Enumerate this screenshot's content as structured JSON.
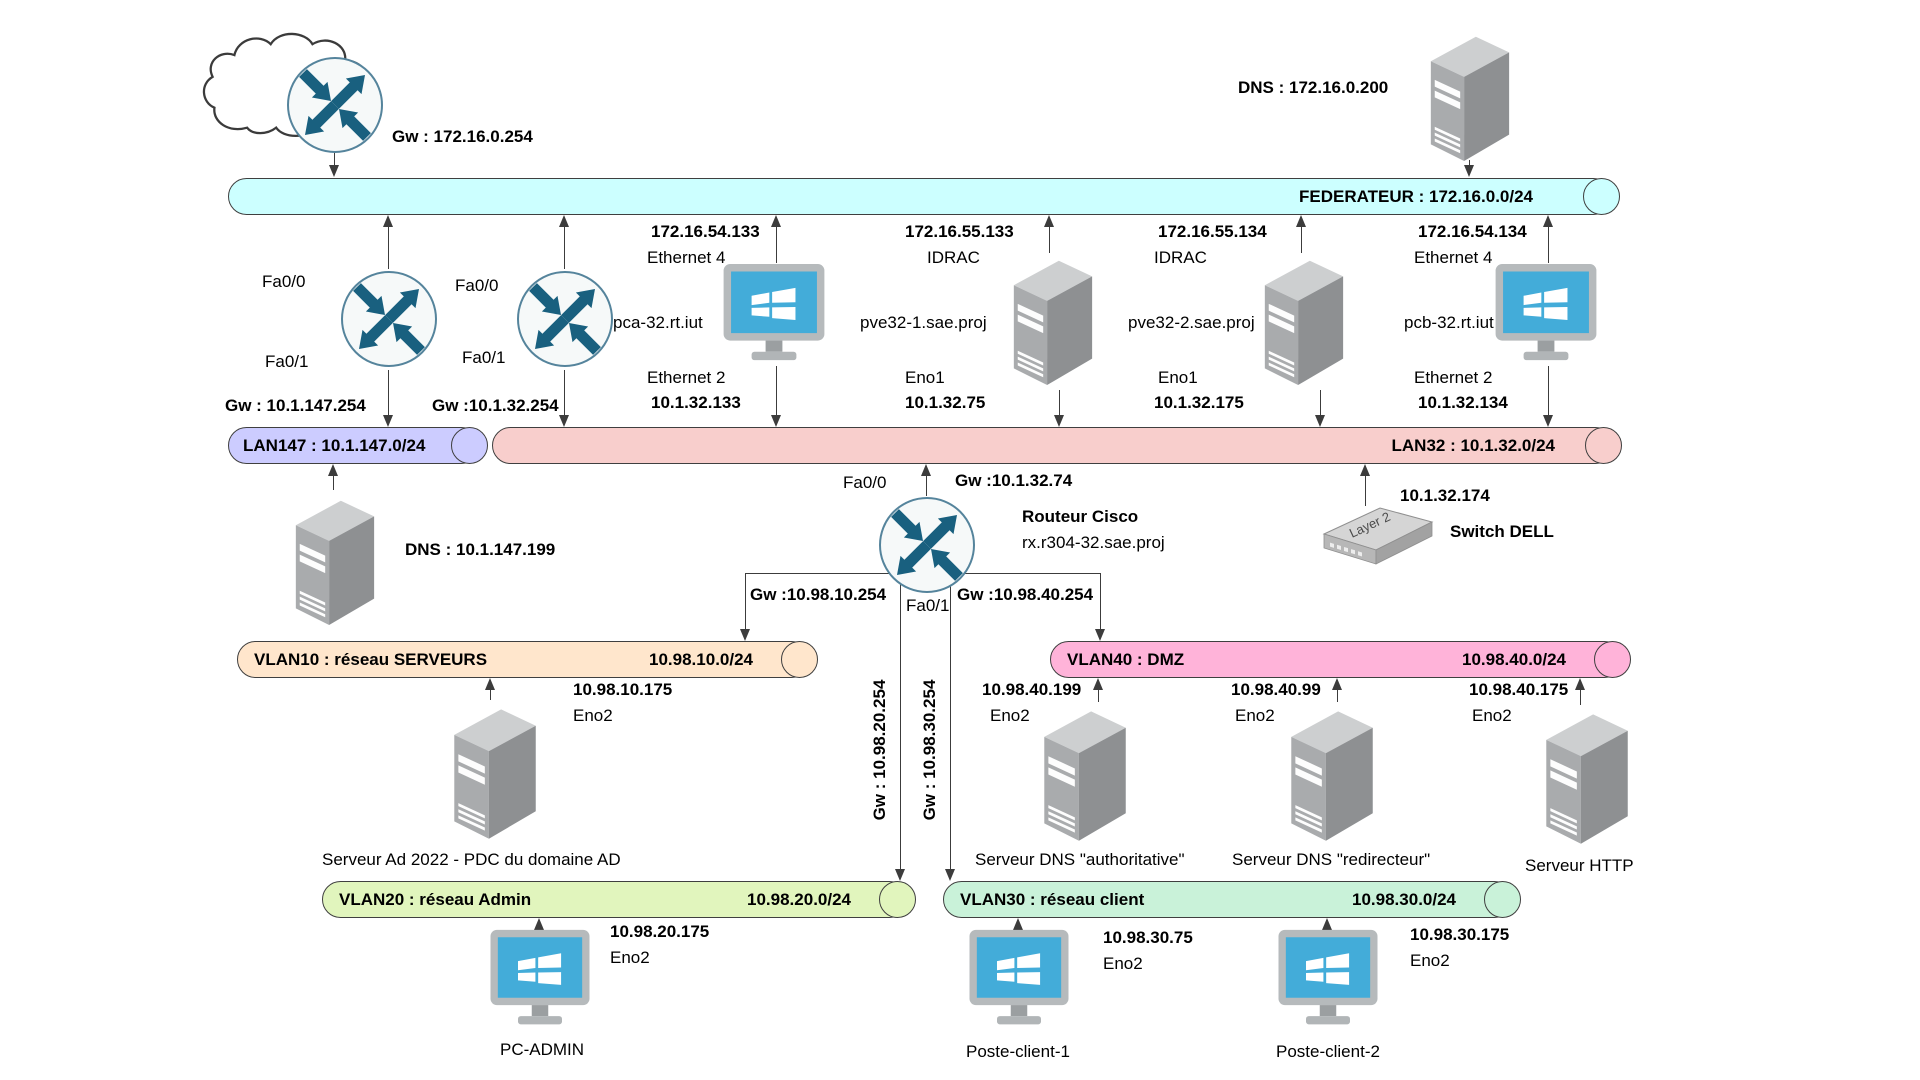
{
  "colors": {
    "federateur_fill": "#ccffff",
    "lan147_fill": "#ccccff",
    "lan32_fill": "#f8cecc",
    "vlan10_fill": "#ffe6cc",
    "vlan40_fill": "#ffb3d9",
    "vlan20_fill": "#e1f5bd",
    "vlan30_fill": "#c9f2d9",
    "router_arrow": "#19607f",
    "line": "#3c3c3c"
  },
  "internet": {
    "gw": "Gw : 172.16.0.254"
  },
  "dns_top": {
    "label": "DNS : 172.16.0.200"
  },
  "buses": {
    "federateur": "FEDERATEUR : 172.16.0.0/24",
    "lan147": "LAN147 : 10.1.147.0/24",
    "lan32": "LAN32 : 10.1.32.0/24",
    "vlan10_label": "VLAN10 : réseau SERVEURS",
    "vlan10_subnet": "10.98.10.0/24",
    "vlan40_label": "VLAN40 : DMZ",
    "vlan40_subnet": "10.98.40.0/24",
    "vlan20_label": "VLAN20 : réseau Admin",
    "vlan20_subnet": "10.98.20.0/24",
    "vlan30_label": "VLAN30 : réseau client",
    "vlan30_subnet": "10.98.30.0/24"
  },
  "router_a": {
    "fa00": "Fa0/0",
    "fa01": "Fa0/1",
    "gw": "Gw : 10.1.147.254"
  },
  "router_b": {
    "fa00": "Fa0/0",
    "fa01": "Fa0/1",
    "gw": "Gw :10.1.32.254"
  },
  "pca": {
    "name": "pca-32.rt.iut",
    "ip_top": "172.16.54.133",
    "port_top": "Ethernet 4",
    "port_bottom": "Ethernet 2",
    "ip_bottom": "10.1.32.133"
  },
  "pve1": {
    "name": "pve32-1.sae.proj",
    "ip_top": "172.16.55.133",
    "port_top": "IDRAC",
    "port_bottom": "Eno1",
    "ip_bottom": "10.1.32.75"
  },
  "pve2": {
    "name": "pve32-2.sae.proj",
    "ip_top": "172.16.55.134",
    "port_top": "IDRAC",
    "port_bottom": "Eno1",
    "ip_bottom": "10.1.32.175"
  },
  "pcb": {
    "name": "pcb-32.rt.iut",
    "ip_top": "172.16.54.134",
    "port_top": "Ethernet 4",
    "port_bottom": "Ethernet 2",
    "ip_bottom": "10.1.32.134"
  },
  "dns147": {
    "label": "DNS : 10.1.147.199"
  },
  "cisco": {
    "fa00": "Fa0/0",
    "gw_lan32": "Gw :10.1.32.74",
    "title": "Routeur Cisco",
    "hostname": "rx.r304-32.sae.proj",
    "fa01": "Fa0/1",
    "gw_vlan10": "Gw :10.98.10.254",
    "gw_vlan40": "Gw :10.98.40.254",
    "gw_vlan20": "Gw : 10.98.20.254",
    "gw_vlan30": "Gw : 10.98.30.254"
  },
  "switch_dell": {
    "ip": "10.1.32.174",
    "label": "Switch DELL",
    "face": "Layer 2"
  },
  "servers": {
    "ad": {
      "ip": "10.98.10.175",
      "port": "Eno2",
      "caption": "Serveur Ad 2022 - PDC du domaine AD"
    },
    "dns_auth": {
      "ip": "10.98.40.199",
      "port": "Eno2",
      "caption": "Serveur DNS \"authoritative\""
    },
    "dns_redir": {
      "ip": "10.98.40.99",
      "port": "Eno2",
      "caption": "Serveur DNS \"redirecteur\""
    },
    "http": {
      "ip": "10.98.40.175",
      "port": "Eno2",
      "caption": "Serveur HTTP"
    }
  },
  "clients": {
    "pc_admin": {
      "ip": "10.98.20.175",
      "port": "Eno2",
      "caption": "PC-ADMIN"
    },
    "client1": {
      "ip": "10.98.30.75",
      "port": "Eno2",
      "caption": "Poste-client-1"
    },
    "client2": {
      "ip": "10.98.30.175",
      "port": "Eno2",
      "caption": "Poste-client-2"
    }
  }
}
